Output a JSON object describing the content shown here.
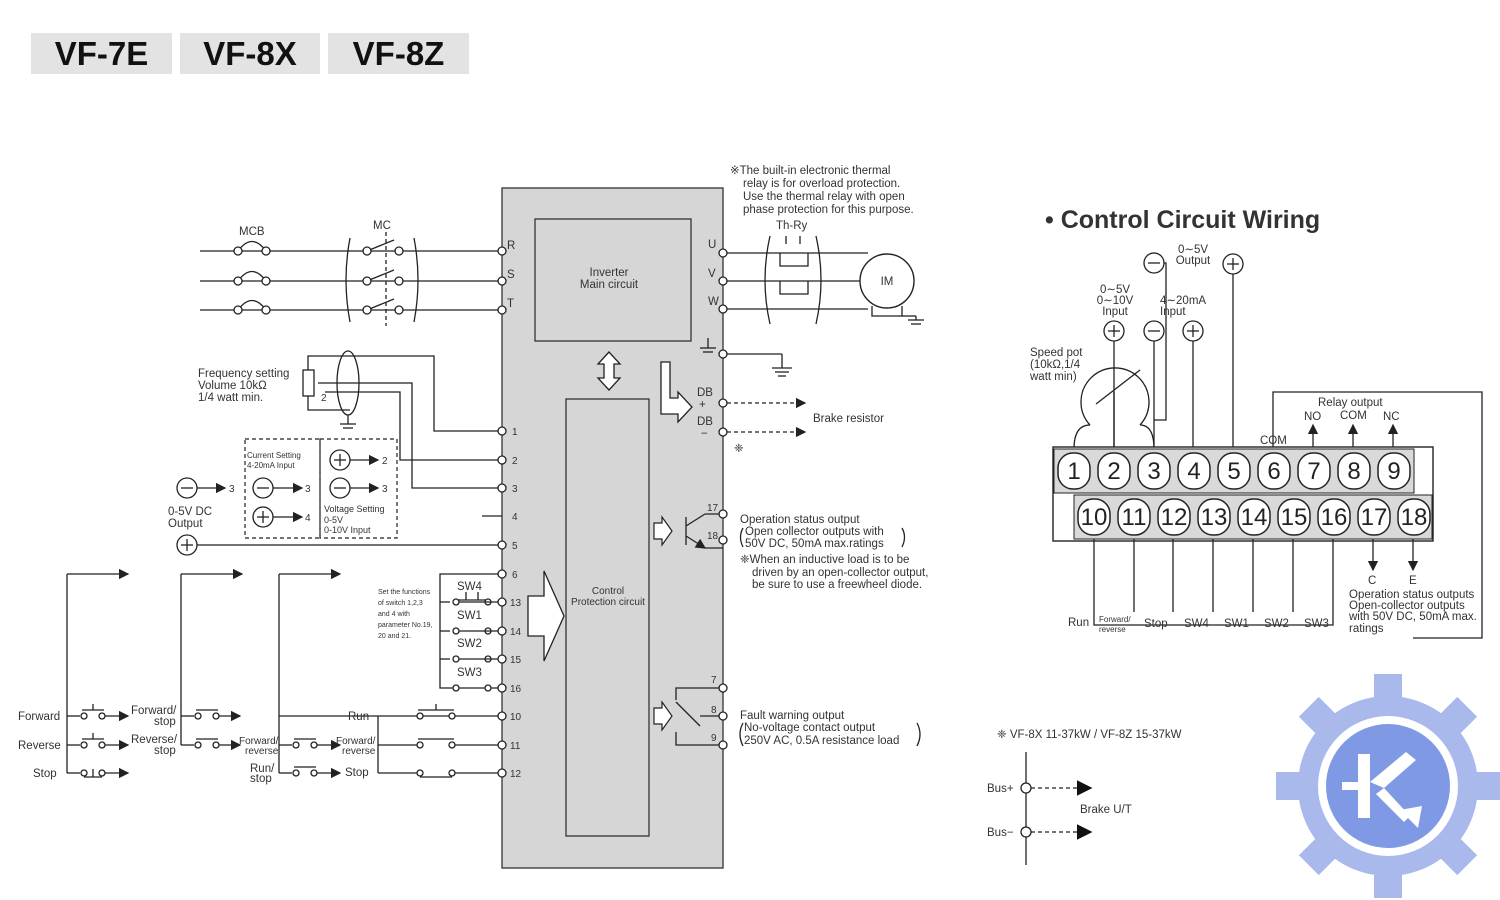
{
  "tabs": [
    "VF-7E",
    "VF-8X",
    "VF-8Z"
  ],
  "main": {
    "breakers": {
      "mcb": "MCB",
      "mc": "MC",
      "thry": "Th-Ry",
      "motor": "IM"
    },
    "input_terms": [
      "R",
      "S",
      "T"
    ],
    "output_terms": [
      "U",
      "V",
      "W"
    ],
    "main_circuit": [
      "Inverter",
      "Main circuit"
    ],
    "control_circuit": [
      "Control",
      "Protection circuit"
    ],
    "thermal_note": [
      "※The built-in electronic thermal",
      "relay is for overload protection.",
      "Use the thermal relay with open",
      "phase protection for this purpose."
    ],
    "db": {
      "plus": "DB",
      "plus_sign": "+",
      "minus": "DB",
      "minus_sign": "−",
      "resistor": "Brake resistor",
      "mark": "❈"
    },
    "freq_setting": [
      "Frequency setting",
      "Volume 10kΩ",
      "1/4 watt min."
    ],
    "current_setting": [
      "Current Setting",
      "4-20mA Input"
    ],
    "voltage_setting": [
      "Voltage Setting",
      "0-5V",
      "0-10V Input"
    ],
    "dc_output": [
      "0-5V DC",
      "Output"
    ],
    "left_term_nums": [
      "1",
      "2",
      "3",
      "4",
      "5",
      "6",
      "13",
      "14",
      "15",
      "16",
      "10",
      "11",
      "12"
    ],
    "right_term_nums": [
      "17",
      "18",
      "7",
      "8",
      "9"
    ],
    "small_nums": {
      "two": "2",
      "three": "3",
      "four": "4"
    },
    "switch_note": [
      "Set the functions",
      "of switch 1,2,3",
      "and 4 with",
      "parameter No.19,",
      "20 and 21."
    ],
    "sw_labels": [
      "SW4",
      "SW1",
      "SW2",
      "SW3"
    ],
    "op_status": [
      "Operation status output",
      "Open collector outputs with",
      "50V DC, 50mA max.ratings",
      "❈When an inductive load is to be",
      "driven by an open-collector output,",
      "be sure to use a freewheel diode."
    ],
    "fault": [
      "Fault warning output",
      "No-voltage contact output",
      "250V AC, 0.5A resistance load"
    ],
    "sw_col1": [
      "Forward",
      "Reverse",
      "Stop"
    ],
    "sw_col2": [
      "Forward/",
      "stop",
      "Reverse/",
      "stop"
    ],
    "sw_col3": [
      "Forward/",
      "reverse",
      "Run/",
      "stop"
    ],
    "sw_col4": [
      "Run",
      "Forward/",
      "reverse",
      "Stop"
    ]
  },
  "control": {
    "title": "• Control Circuit Wiring",
    "out_label": [
      "0∼5V",
      "Output"
    ],
    "in_label": [
      "0∼5V",
      "0∼10V",
      "Input"
    ],
    "ma_label": [
      "4∼20mA",
      "Input"
    ],
    "pot_label": [
      "Speed pot",
      "(10kΩ,1/4",
      "watt min)"
    ],
    "relay": {
      "title": "Relay output",
      "no": "NO",
      "com": "COM",
      "nc": "NC",
      "com2": "COM"
    },
    "top_row": [
      "1",
      "2",
      "3",
      "4",
      "5",
      "6",
      "7",
      "8",
      "9"
    ],
    "bottom_row": [
      "10",
      "11",
      "12",
      "13",
      "14",
      "15",
      "16",
      "17",
      "18"
    ],
    "bottom_labels": {
      "run": "Run",
      "fwd": [
        "Forward/",
        "reverse"
      ],
      "stop": "Stop",
      "sw4": "SW4",
      "sw1": "SW1",
      "sw2": "SW2",
      "sw3": "SW3",
      "c": "C",
      "e": "E"
    },
    "op_note": [
      "Operation status outputs",
      "Open-collector outputs",
      "with 50V DC, 50mA max.",
      "ratings"
    ]
  },
  "bus": {
    "note": "❈ VF-8X 11-37kW / VF-8Z 15-37kW",
    "plus": "Bus+",
    "minus": "Bus−",
    "brake": "Brake U/T"
  }
}
